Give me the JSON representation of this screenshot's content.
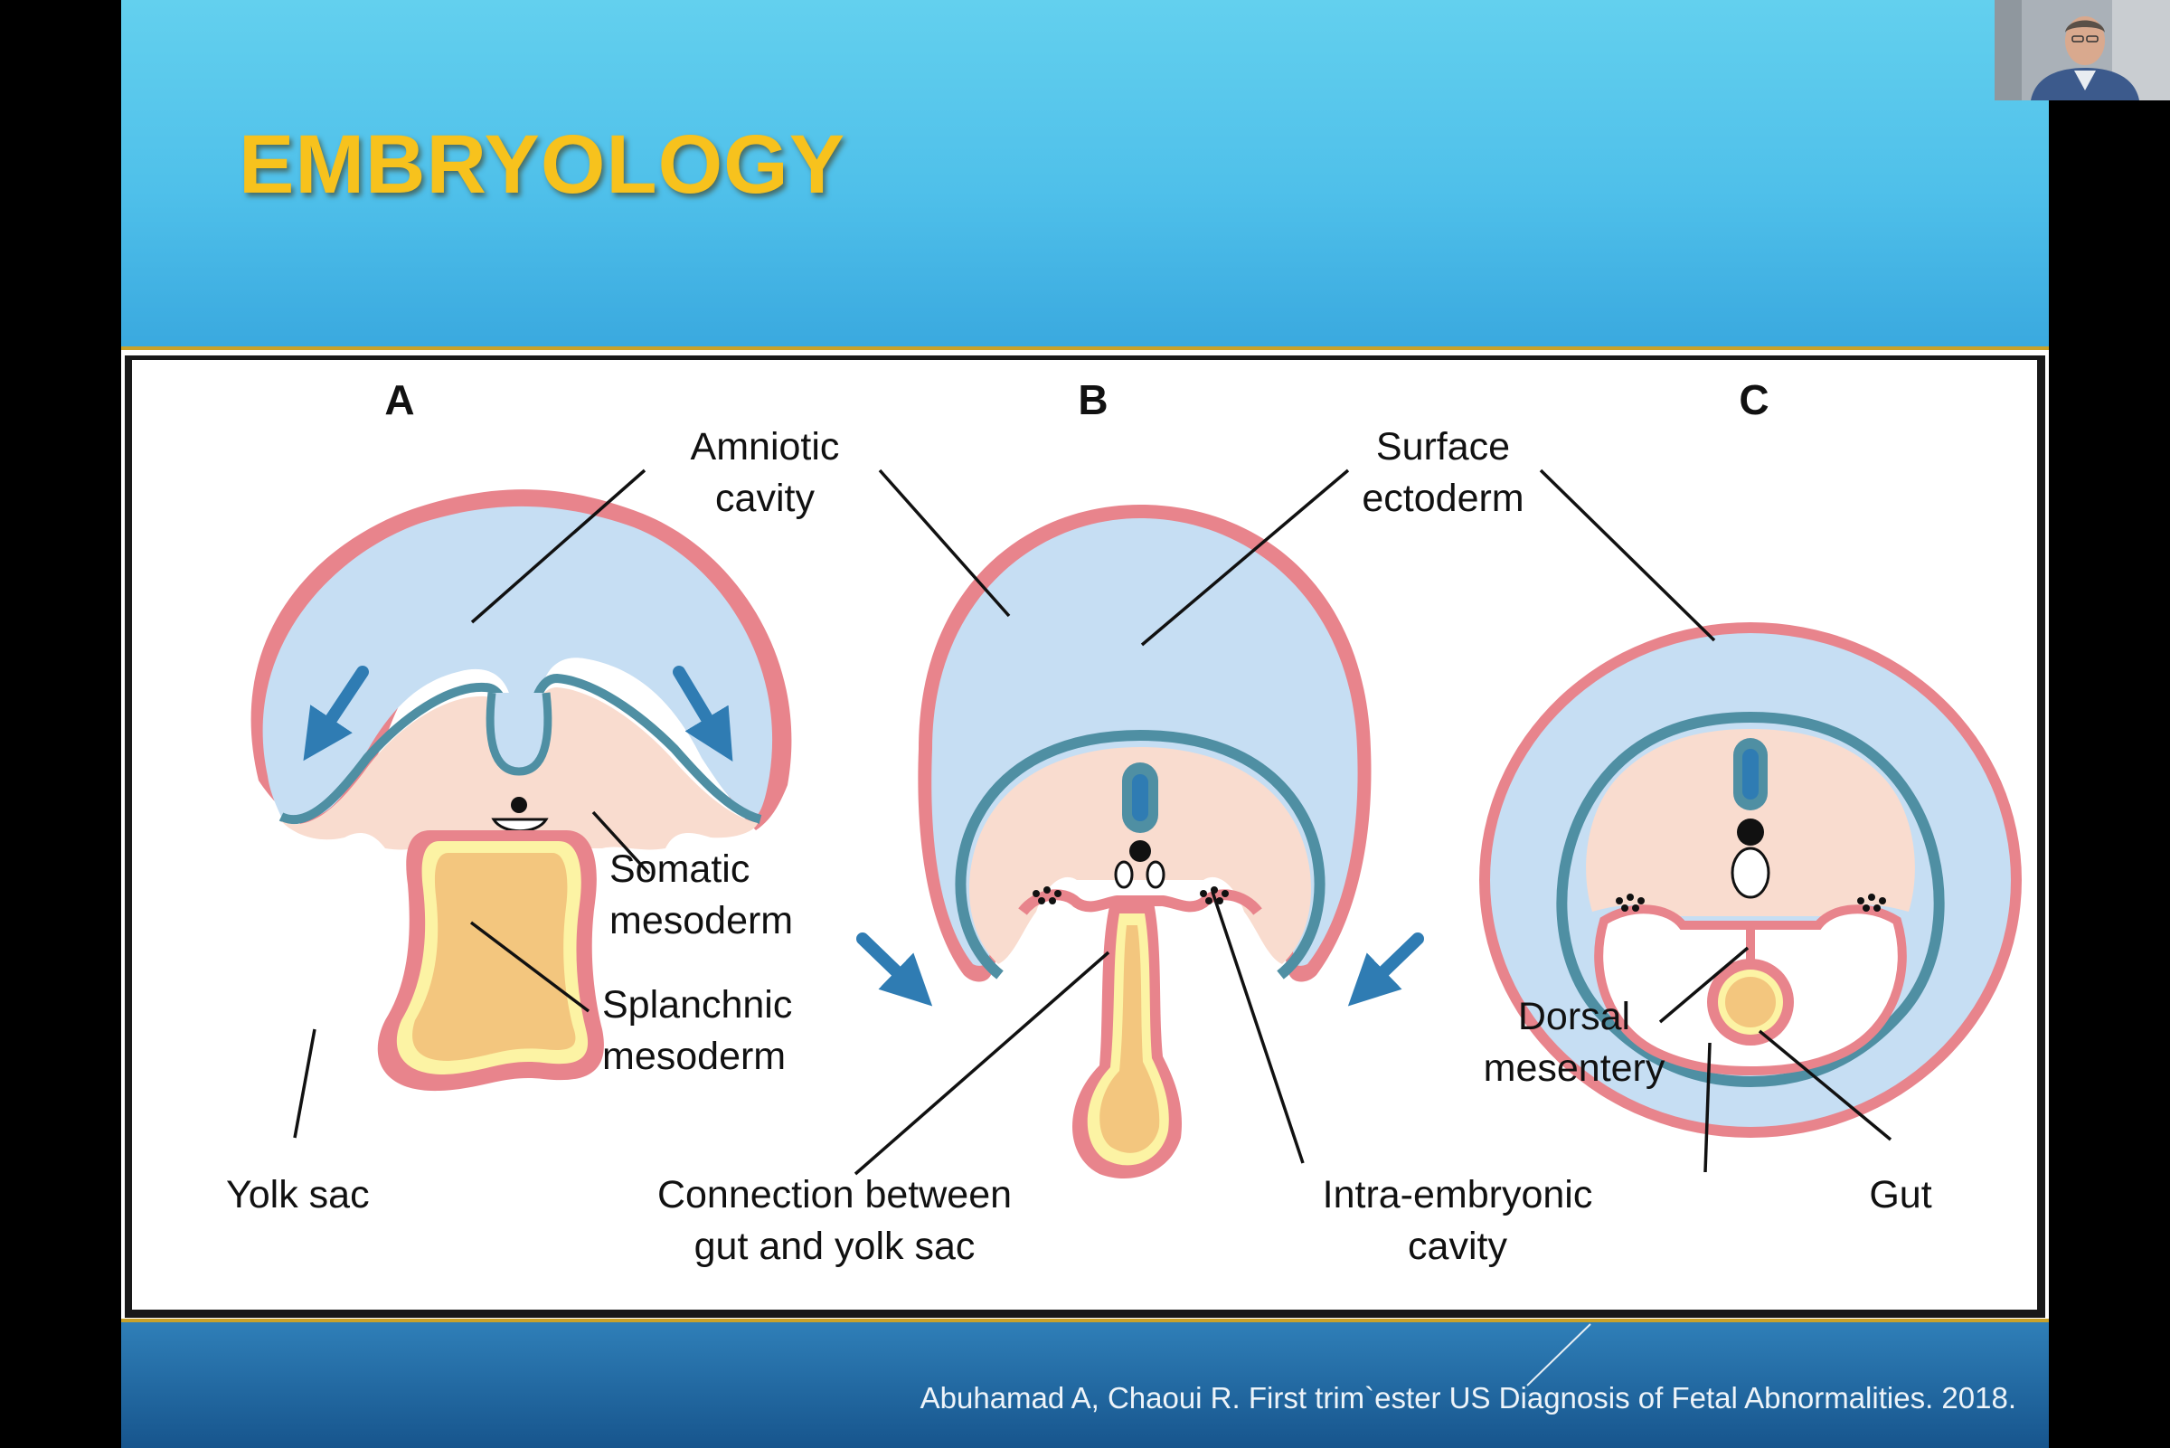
{
  "slide": {
    "title": "EMBRYOLOGY",
    "citation": "Abuhamad A, Chaoui R. First trim`ester US Diagnosis of Fetal Abnormalities. 2018."
  },
  "figure": {
    "panel_a": "A",
    "panel_b": "B",
    "panel_c": "C",
    "labels": {
      "amniotic_1": "Amniotic",
      "amniotic_2": "cavity",
      "surface_1": "Surface",
      "surface_2": "ectoderm",
      "somatic_1": "Somatic",
      "somatic_2": "mesoderm",
      "splanchnic_1": "Splanchnic",
      "splanchnic_2": "mesoderm",
      "yolk_sac": "Yolk sac",
      "connection_1": "Connection between",
      "connection_2": "gut and yolk sac",
      "dorsal_1": "Dorsal",
      "dorsal_2": "mesentery",
      "intra_1": "Intra-embryonic",
      "intra_2": "cavity",
      "gut": "Gut"
    }
  },
  "colors": {
    "header_blue": "#4fc0ea",
    "title_gold": "#f7c21d",
    "footer_blue": "#17558d",
    "membrane_pink": "#e8848c",
    "cavity_blue": "#c6def3",
    "mesoderm_teal": "#4f8fa3",
    "tissue_peach": "#f9dccf",
    "yolk_orange": "#f3c67e",
    "yolk_rim": "#fcf3a4",
    "arrow_blue": "#2f7cb3"
  },
  "webcam": {
    "icon": "presenter-video-icon"
  }
}
